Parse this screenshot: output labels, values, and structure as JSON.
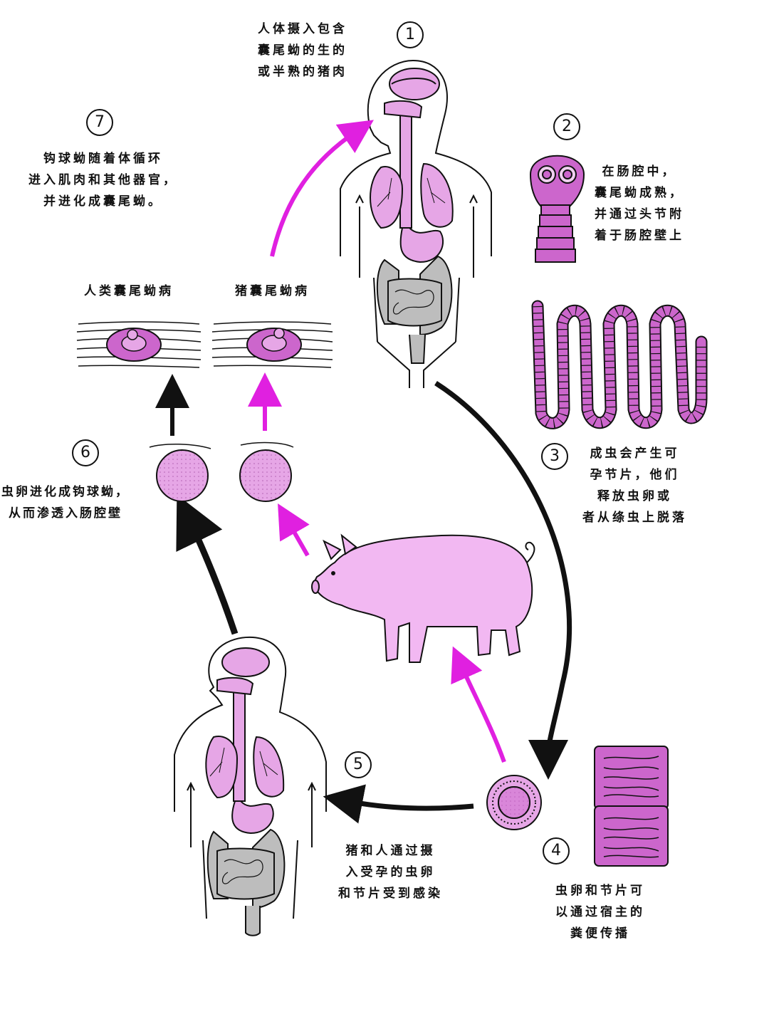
{
  "steps": [
    {
      "number": "1",
      "lines": [
        "人体摄入包含",
        "囊尾蚴的生的",
        "或半熟的猪肉"
      ]
    },
    {
      "number": "2",
      "lines": [
        "在肠腔中，",
        "囊尾蚴成熟，",
        "并通过头节附",
        "着于肠腔壁上"
      ]
    },
    {
      "number": "3",
      "lines": [
        "成虫会产生可",
        "孕节片，他们",
        "释放虫卵或",
        "者从绦虫上脱落"
      ]
    },
    {
      "number": "4",
      "lines": [
        "虫卵和节片可",
        "以通过宿主的",
        "粪便传播"
      ]
    },
    {
      "number": "5",
      "lines": [
        "猪和人通过摄",
        "入受孕的虫卵",
        "和节片受到感染"
      ]
    },
    {
      "number": "6",
      "lines": [
        "虫卵进化成钩球蚴，",
        "从而渗透入肠腔壁"
      ]
    },
    {
      "number": "7",
      "lines": [
        "钩球蚴随着体循环",
        "进入肌肉和其他器官，",
        "并进化成囊尾蚴。"
      ]
    }
  ],
  "cysticercosis": {
    "human": "人类囊尾蚴病",
    "pig": "猪囊尾蚴病"
  },
  "colors": {
    "magenta": "#e020e0",
    "pink": "#e6a6e6",
    "tissue": "#cc66cc",
    "gray": "#bdbdbd",
    "black": "#111111"
  },
  "icons": [
    "human-body-icon",
    "scolex-icon",
    "tapeworm-icon",
    "egg-icon",
    "proglottid-icon",
    "pig-icon",
    "oncosphere-icon",
    "cyst-icon"
  ]
}
